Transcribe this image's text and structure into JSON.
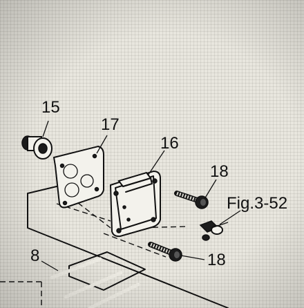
{
  "callouts": {
    "part_15": "15",
    "part_17": "17",
    "part_16": "16",
    "part_18_upper": "18",
    "part_18_lower": "18",
    "part_8": "8",
    "figure_ref": "Fig.3-52"
  }
}
